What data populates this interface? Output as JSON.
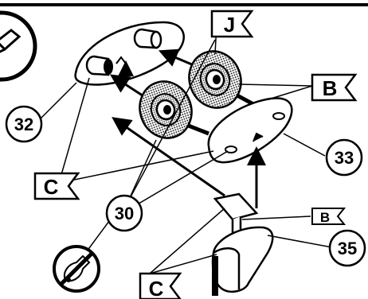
{
  "callouts": {
    "part_32": "32",
    "part_33": "33",
    "part_30": "30",
    "part_35": "35"
  },
  "flags": {
    "j": "J",
    "b_upper": "B",
    "b_lower": "B",
    "c_left": "C",
    "c_bottom": "C"
  },
  "icons": {
    "corner_icon": "cement-tube-icon",
    "no_glue_icon": "no-cement-icon"
  }
}
